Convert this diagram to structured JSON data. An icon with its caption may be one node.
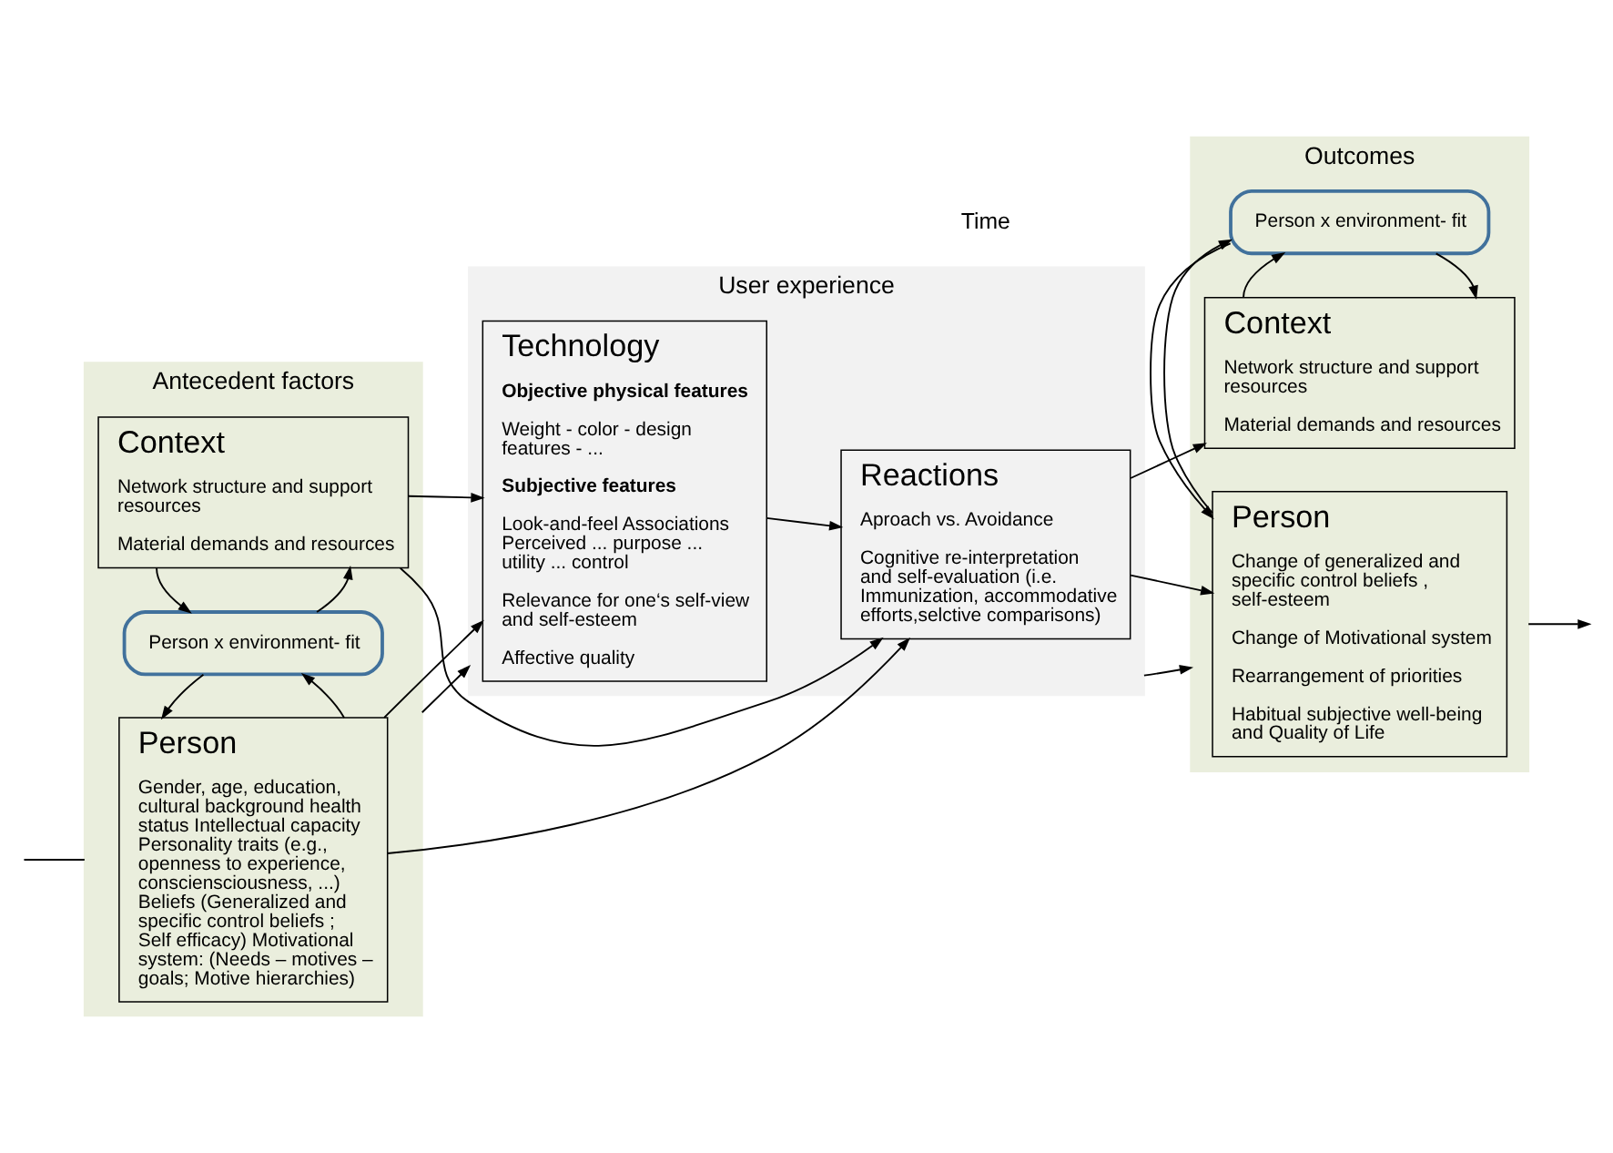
{
  "diagram": {
    "nodes": [
      {
        "text": [
          "Antecedent factors"
        ]
      },
      {
        "text": [
          "User experience"
        ]
      },
      {
        "text": [
          "Outcomes"
        ]
      },
      {
        "text": [
          "Person",
          "Gender, age, education, cultural background health status Intellectual capacity Personality traits (e.g., openness to experience, consciensciousness, ...) Beliefs (Generalized and specific control beliefs ; Self efficacy) Motivational system: (Needs – motives – goals; Motive hierarchies)"
        ],
        "in": 0
      },
      {
        "text": [
          "Person x environment- fit"
        ],
        "in": 0
      },
      {
        "text": [
          "Context",
          "Network structure and support resources",
          "Material demands and resources"
        ],
        "in": 0
      },
      {
        "text": [
          "Technology",
          "Objective physical features",
          "Weight - color - design features - ...",
          "Subjective features",
          "Look-and-feel Associations Perceived ... purpose ... utility ... control",
          "Relevance for one‘s self-view and self-esteem",
          "Affective quality"
        ],
        "in": 1
      },
      {
        "text": [
          "Reactions",
          "Aproach vs. Avoidance",
          "Cognitive re-interpretation and self-evaluation (i.e. Immunization, accommodative efforts,selctive comparisons)"
        ],
        "in": 1
      },
      {
        "text": [
          "Person",
          "Change of generalized and specific control beliefs , self-esteem",
          "Change of Motivational system",
          "Rearrangement of priorities",
          "Habitual subjective well-being and Quality of Life"
        ],
        "in": 2
      },
      {
        "text": [
          "Person x environment- fit"
        ],
        "in": 2
      },
      {
        "text": [
          "Context",
          "Network structure and support resources",
          "Material demands and resources"
        ],
        "in": 2
      }
    ],
    "edges": [
      {
        "from": null,
        "to": 0,
        "arrow": "none"
      },
      {
        "from": 0,
        "to": 1,
        "arrow": "to"
      },
      {
        "from": 1,
        "to": 2,
        "arrow": "to"
      },
      {
        "from": 2,
        "to": null,
        "arrow": "to"
      },
      {
        "from": 3,
        "to": 4,
        "arrow": "to"
      },
      {
        "from": 4,
        "to": 3,
        "arrow": "to"
      },
      {
        "from": 4,
        "to": 5,
        "arrow": "to"
      },
      {
        "from": 5,
        "to": 4,
        "arrow": "to"
      },
      {
        "from": 3,
        "to": 6,
        "arrow": "to"
      },
      {
        "from": 5,
        "to": 6,
        "arrow": "to"
      },
      {
        "from": 3,
        "to": 7,
        "arrow": "to"
      },
      {
        "from": 6,
        "to": 7,
        "arrow": "to"
      },
      {
        "from": 5,
        "to": 7,
        "arrow": "to"
      },
      {
        "from": 7,
        "to": 8,
        "arrow": "to"
      },
      {
        "from": 7,
        "to": 10,
        "arrow": "to"
      },
      {
        "from": 8,
        "to": 9,
        "arrow": "to"
      },
      {
        "from": 9,
        "to": 8,
        "arrow": "to"
      },
      {
        "from": 9,
        "to": 10,
        "arrow": "to"
      },
      {
        "from": 10,
        "to": 9,
        "arrow": "to"
      }
    ],
    "labels": [
      "Time"
    ]
  }
}
